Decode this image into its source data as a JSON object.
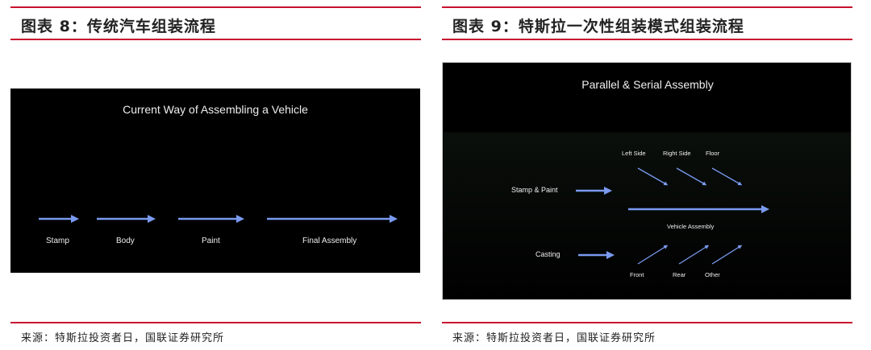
{
  "left": {
    "title": "图表 8：传统汽车组装流程",
    "slide_title": "Current Way of Assembling a Vehicle",
    "steps": [
      "Stamp",
      "Body",
      "Paint",
      "Final Assembly"
    ],
    "source": "来源：特斯拉投资者日，国联证券研究所"
  },
  "right": {
    "title": "图表 9：特斯拉一次性组装模式组装流程",
    "slide_title": "Parallel & Serial Assembly",
    "stamp_paint": "Stamp & Paint",
    "casting": "Casting",
    "top": [
      "Left Side",
      "Right Side",
      "Floor"
    ],
    "bottom": [
      "Front",
      "Rear",
      "Other"
    ],
    "vehicle_assembly": "Vehicle Assembly",
    "source": "来源：特斯拉投资者日，国联证券研究所"
  },
  "colors": {
    "accent": "#c8102e",
    "arrow": "#7a9af0"
  }
}
